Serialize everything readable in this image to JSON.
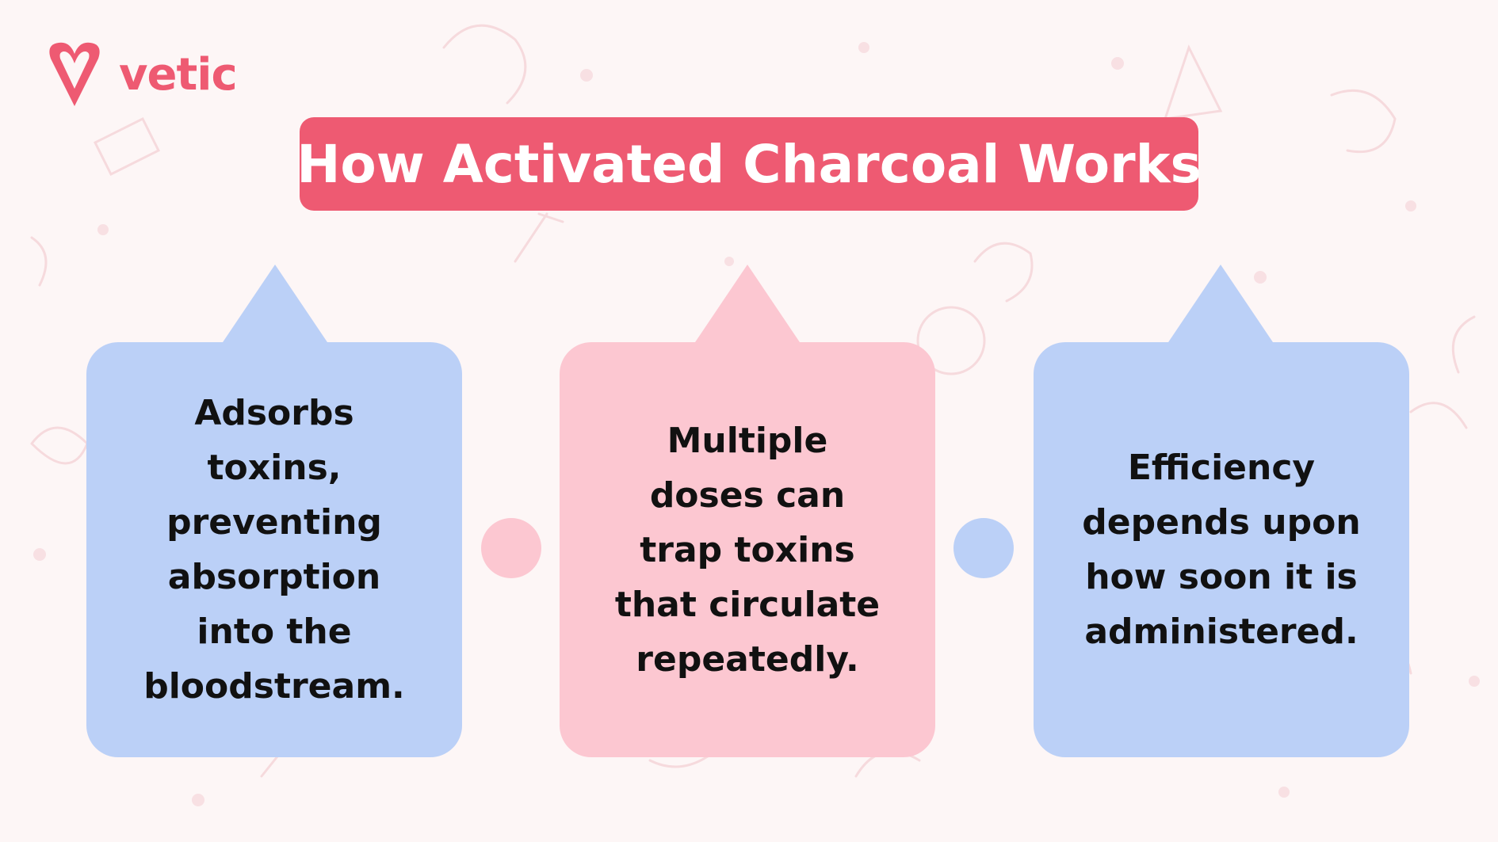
{
  "brand": {
    "name": "vetic",
    "color": "#ee5a72"
  },
  "title": "How Activated Charcoal Works",
  "colors": {
    "title_bg": "#ee5a72",
    "blue_card": "#bbd0f7",
    "pink_card": "#fcc7d1",
    "background": "#fdf6f6"
  },
  "cards": [
    {
      "text": "Adsorbs toxins, preventing absorption into the bloodstream.",
      "color": "blue"
    },
    {
      "text": "Multiple doses can trap toxins that circulate repeatedly.",
      "color": "pink"
    },
    {
      "text": "Efficiency depends upon how soon it is administered.",
      "color": "blue"
    }
  ],
  "connectors": [
    {
      "color": "pink"
    },
    {
      "color": "blue"
    }
  ]
}
